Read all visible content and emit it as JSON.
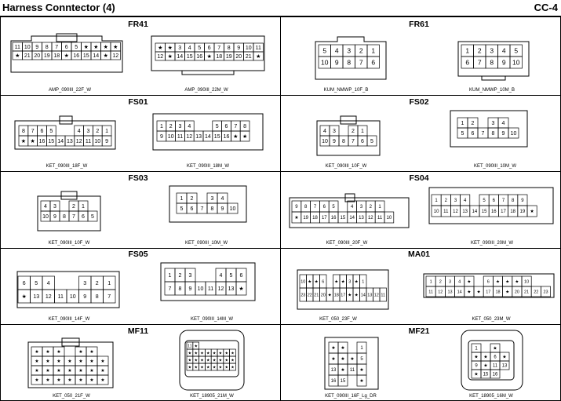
{
  "page": {
    "title": "Harness Conntector (4)",
    "code": "CC-4"
  },
  "sections": [
    {
      "title": "FR41"
    },
    {
      "title": "FR61"
    },
    {
      "title": "FS01"
    },
    {
      "title": "FS02"
    },
    {
      "title": "FS03"
    },
    {
      "title": "FS04"
    },
    {
      "title": "FS05"
    },
    {
      "title": "MA01"
    },
    {
      "title": "MF11"
    },
    {
      "title": "MF21"
    }
  ],
  "connectors": [
    {
      "name": "AMP_090III_22F_W",
      "rows": [
        [
          "11",
          "10",
          "9",
          "8",
          "7",
          "6",
          "5",
          "★",
          "★",
          "★",
          "★"
        ],
        [
          "★",
          "21",
          "20",
          "19",
          "18",
          "★",
          "16",
          "15",
          "14",
          "★",
          "12"
        ]
      ]
    },
    {
      "name": "AMP_090III_22M_W",
      "rows": [
        [
          "★",
          "★",
          "3",
          "4",
          "5",
          "6",
          "7",
          "8",
          "9",
          "10",
          "11"
        ],
        [
          "12",
          "★",
          "14",
          "15",
          "16",
          "★",
          "18",
          "19",
          "20",
          "21",
          "★"
        ]
      ]
    },
    {
      "name": "KUM_NMWP_10F_B",
      "rows": [
        [
          "5",
          "4",
          "3",
          "2",
          "1"
        ],
        [
          "10",
          "9",
          "8",
          "7",
          "6"
        ]
      ]
    },
    {
      "name": "KUM_NMWP_10M_B",
      "rows": [
        [
          "1",
          "2",
          "3",
          "4",
          "5"
        ],
        [
          "6",
          "7",
          "8",
          "9",
          "10"
        ]
      ]
    },
    {
      "name": "KET_090III_18F_W",
      "rows": [
        [
          "8",
          "7",
          "6",
          "5",
          "",
          "",
          "4",
          "3",
          "2",
          "1"
        ],
        [
          "★",
          "★",
          "16",
          "15",
          "14",
          "13",
          "12",
          "11",
          "10",
          "9"
        ]
      ]
    },
    {
      "name": "KET_090III_18M_W",
      "rows": [
        [
          "1",
          "2",
          "3",
          "4",
          "",
          "",
          "5",
          "6",
          "7",
          "8"
        ],
        [
          "9",
          "10",
          "11",
          "12",
          "13",
          "14",
          "15",
          "16",
          "★",
          "★"
        ]
      ]
    },
    {
      "name": "KET_090III_10F_W",
      "rows": [
        [
          "4",
          "3",
          "",
          "2",
          "1"
        ],
        [
          "10",
          "9",
          "8",
          "7",
          "6",
          "5"
        ]
      ]
    },
    {
      "name": "KET_090III_10M_W",
      "rows": [
        [
          "1",
          "2",
          "",
          "3",
          "4"
        ],
        [
          "5",
          "6",
          "7",
          "8",
          "9",
          "10"
        ]
      ]
    },
    {
      "name": "KET_090III_10F_W",
      "rows": [
        [
          "4",
          "3",
          "",
          "2",
          "1"
        ],
        [
          "10",
          "9",
          "8",
          "7",
          "6",
          "5"
        ]
      ]
    },
    {
      "name": "KET_090III_10M_W",
      "rows": [
        [
          "1",
          "2",
          "",
          "3",
          "4"
        ],
        [
          "5",
          "6",
          "7",
          "8",
          "9",
          "10"
        ]
      ]
    },
    {
      "name": "KET_090III_20F_W",
      "rows": [
        [
          "9",
          "8",
          "7",
          "6",
          "5",
          "",
          "4",
          "3",
          "2",
          "1"
        ],
        [
          "★",
          "19",
          "18",
          "17",
          "16",
          "15",
          "14",
          "13",
          "12",
          "11",
          "10"
        ]
      ]
    },
    {
      "name": "KET_090III_20M_W",
      "rows": [
        [
          "1",
          "2",
          "3",
          "4",
          "",
          "5",
          "6",
          "7",
          "8",
          "9"
        ],
        [
          "10",
          "11",
          "12",
          "13",
          "14",
          "15",
          "16",
          "17",
          "18",
          "19",
          "★"
        ]
      ]
    },
    {
      "name": "KET_090III_14F_W",
      "rows": [
        [
          "6",
          "5",
          "4",
          "",
          "",
          "3",
          "2",
          "1"
        ],
        [
          "★",
          "13",
          "12",
          "11",
          "10",
          "9",
          "8",
          "7"
        ]
      ]
    },
    {
      "name": "KET_090III_14M_W",
      "rows": [
        [
          "1",
          "2",
          "3",
          "",
          "",
          "4",
          "5",
          "6"
        ],
        [
          "7",
          "8",
          "9",
          "10",
          "11",
          "12",
          "13",
          "★"
        ]
      ]
    },
    {
      "name": "KET_050_23F_W",
      "rows": [
        [
          "10",
          "★",
          "★",
          "6",
          "",
          "★",
          "★",
          "3",
          "★",
          "1"
        ],
        [
          "23",
          "22",
          "21",
          "20",
          "★",
          "18",
          "17",
          "★",
          "★",
          "14",
          "13",
          "12",
          "11"
        ]
      ]
    },
    {
      "name": "KET_050_23M_W",
      "rows": [
        [
          "1",
          "2",
          "3",
          "4",
          "★",
          "",
          "6",
          "★",
          "★",
          "★",
          "10"
        ],
        [
          "11",
          "12",
          "13",
          "14",
          "★",
          "★",
          "17",
          "18",
          "★",
          "20",
          "21",
          "22",
          "23"
        ]
      ]
    },
    {
      "name": "KET_050_21F_W",
      "rows": [
        [
          "★",
          "★",
          "★",
          "",
          "★",
          "★"
        ],
        [
          "★",
          "★",
          "★",
          "★",
          "★",
          "★",
          "★"
        ],
        [
          "★",
          "★",
          "★",
          "★",
          "★",
          "★",
          "★"
        ],
        [
          "★",
          "★",
          "★",
          "★",
          "★",
          "★",
          "★"
        ]
      ]
    },
    {
      "name": "KET_18905_21M_W",
      "rows": [
        [
          "11",
          "★"
        ],
        [
          "★",
          "★",
          "★",
          "★",
          "★",
          "★",
          "★",
          "★"
        ],
        [
          "★",
          "★",
          "★",
          "★",
          "★",
          "★",
          "★",
          "★"
        ],
        [
          "★",
          "★",
          "★",
          "★",
          "★",
          "★",
          "★",
          "★"
        ]
      ]
    },
    {
      "name": "KET_090III_16F_Lg_DR",
      "rows": [
        [
          "★",
          "★",
          "",
          "1"
        ],
        [
          "★",
          "★",
          "★",
          "5"
        ],
        [
          "13",
          "★",
          "11",
          "★"
        ],
        [
          "16",
          "15",
          "",
          "★"
        ]
      ]
    },
    {
      "name": "KET_18905_16M_W",
      "rows": [
        [
          "1",
          "",
          "★"
        ],
        [
          "★",
          "★",
          "6",
          "★"
        ],
        [
          "9",
          "★",
          "11",
          "13"
        ],
        [
          "★",
          "15",
          "16"
        ]
      ]
    }
  ]
}
